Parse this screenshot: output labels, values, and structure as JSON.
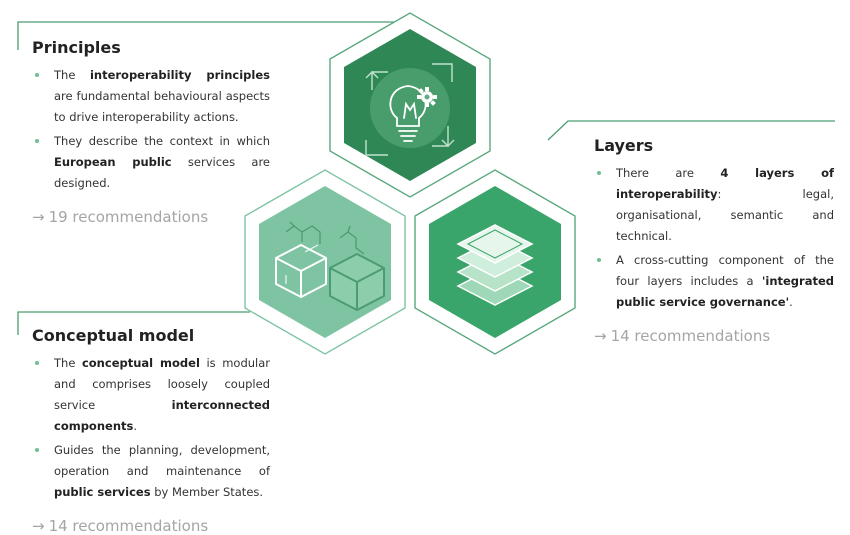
{
  "colors": {
    "accent_line": "#4a9c6f",
    "hex_principles": "#2f8756",
    "hex_conceptual": "#7ec4a2",
    "hex_layers": "#3aa56a",
    "bullet": "#6fbf94",
    "recommendation_text": "#a5a5a5"
  },
  "icons": {
    "principles": "lightbulb-gear-icon",
    "conceptual": "molecule-cube-icon",
    "layers": "stacked-layers-icon"
  },
  "principles": {
    "title": "Principles",
    "bullets": [
      {
        "parts": [
          {
            "t": "The "
          },
          {
            "t": "interoperability principles",
            "b": true
          },
          {
            "t": " are fundamental behavioural aspects to drive interoperability actions."
          }
        ]
      },
      {
        "parts": [
          {
            "t": "They describe the context in which "
          },
          {
            "t": "European public",
            "b": true
          },
          {
            "t": " services are designed."
          }
        ]
      }
    ],
    "recommendations": "19 recommendations"
  },
  "layers": {
    "title": "Layers",
    "bullets": [
      {
        "parts": [
          {
            "t": "There are "
          },
          {
            "t": "4 layers of interoperability",
            "b": true
          },
          {
            "t": ": legal, organisational, semantic and technical."
          }
        ]
      },
      {
        "parts": [
          {
            "t": "A cross-cutting component of the four layers includes a "
          },
          {
            "t": "'integrated public service governance'",
            "b": true
          },
          {
            "t": "."
          }
        ]
      }
    ],
    "recommendations": "14 recommendations"
  },
  "conceptual": {
    "title": "Conceptual model",
    "bullets": [
      {
        "parts": [
          {
            "t": "The "
          },
          {
            "t": "conceptual model",
            "b": true
          },
          {
            "t": " is modular and comprises loosely coupled service "
          },
          {
            "t": "interconnected components",
            "b": true
          },
          {
            "t": "."
          }
        ]
      },
      {
        "parts": [
          {
            "t": "Guides the planning, development, operation and maintenance of "
          },
          {
            "t": "public services",
            "b": true
          },
          {
            "t": " by Member States."
          }
        ]
      }
    ],
    "recommendations": "14 recommendations"
  },
  "arrow_glyph": "→"
}
